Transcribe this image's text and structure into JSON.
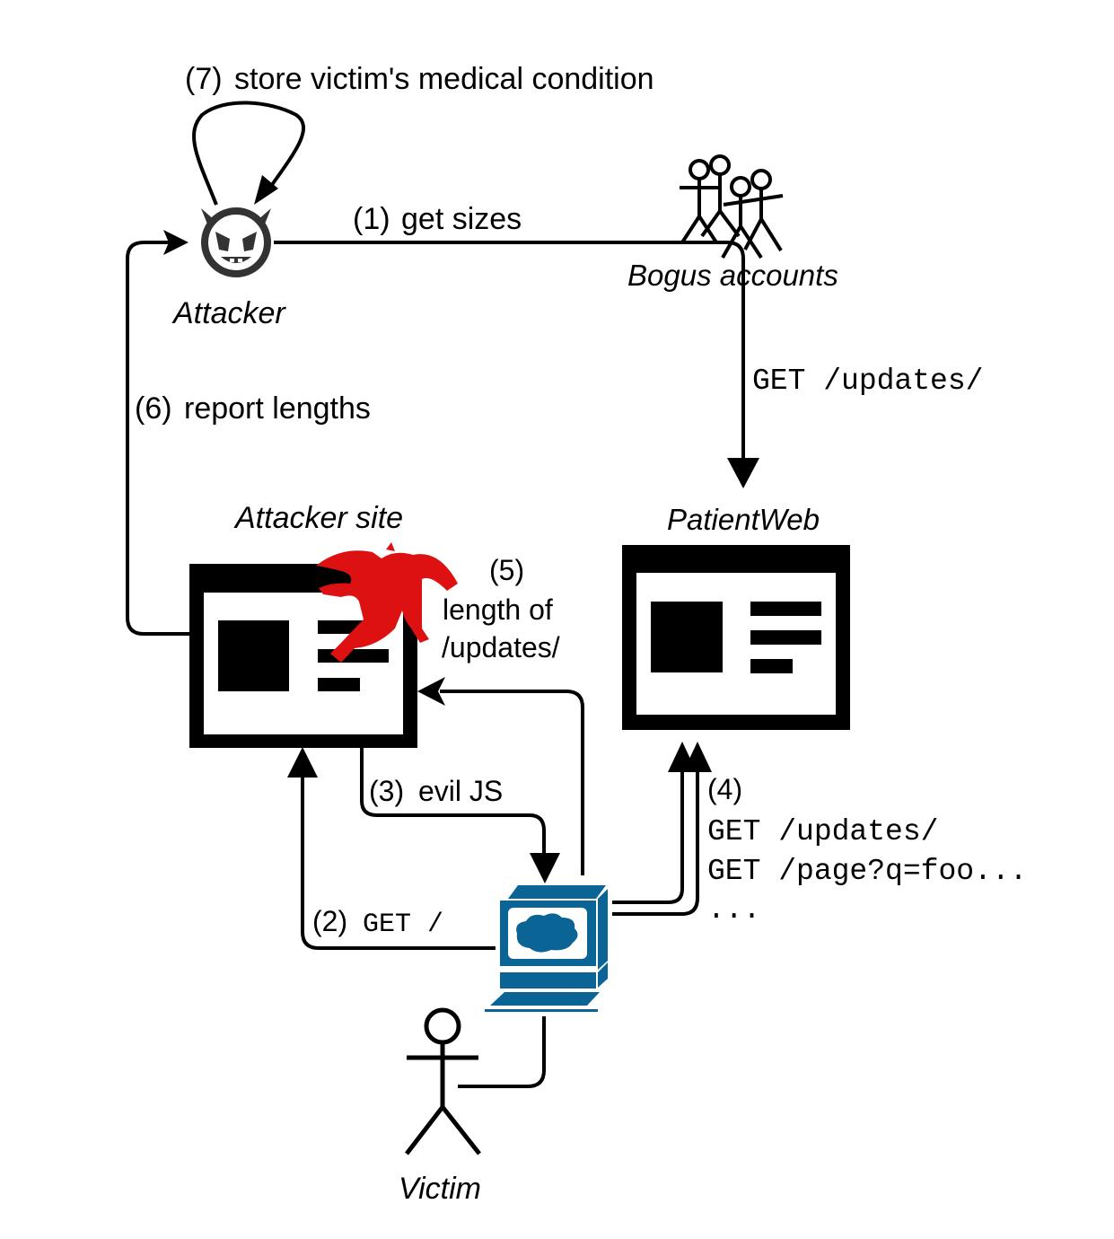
{
  "diagram": {
    "title": "PatientWeb cross-site size-leak attack",
    "colors": {
      "stroke": "#000000",
      "computer": "#0a6496",
      "dragon": "#dd1111",
      "background": "#ffffff"
    },
    "nodes": {
      "attacker": {
        "label": "Attacker",
        "icon": "devil-face-icon"
      },
      "bogus_accounts": {
        "label": "Bogus accounts",
        "icon": "group-stick-figures-icon"
      },
      "attacker_site": {
        "label": "Attacker site",
        "icon": "web-page-icon",
        "overlay_icon": "red-dragon-icon"
      },
      "patientweb": {
        "label": "PatientWeb",
        "icon": "web-page-icon"
      },
      "victim_computer": {
        "icon": "desktop-computer-icon"
      },
      "victim": {
        "label": "Victim",
        "icon": "stick-figure-icon"
      }
    },
    "edges": {
      "e1": {
        "step": "(1)",
        "text": "get sizes"
      },
      "e_bogus": {
        "code": "GET /updates/"
      },
      "e2": {
        "step": "(2)",
        "code": "GET /"
      },
      "e3": {
        "step": "(3)",
        "text": "evil JS"
      },
      "e4": {
        "step": "(4)",
        "lines": [
          "GET /updates/",
          "GET /page?q=foo...",
          "..."
        ]
      },
      "e5": {
        "step": "(5)",
        "lines": [
          "length of",
          "/updates/"
        ]
      },
      "e6": {
        "step": "(6)",
        "text": "report lengths"
      },
      "e7": {
        "step": "(7)",
        "text": "store victim's medical condition"
      }
    }
  }
}
